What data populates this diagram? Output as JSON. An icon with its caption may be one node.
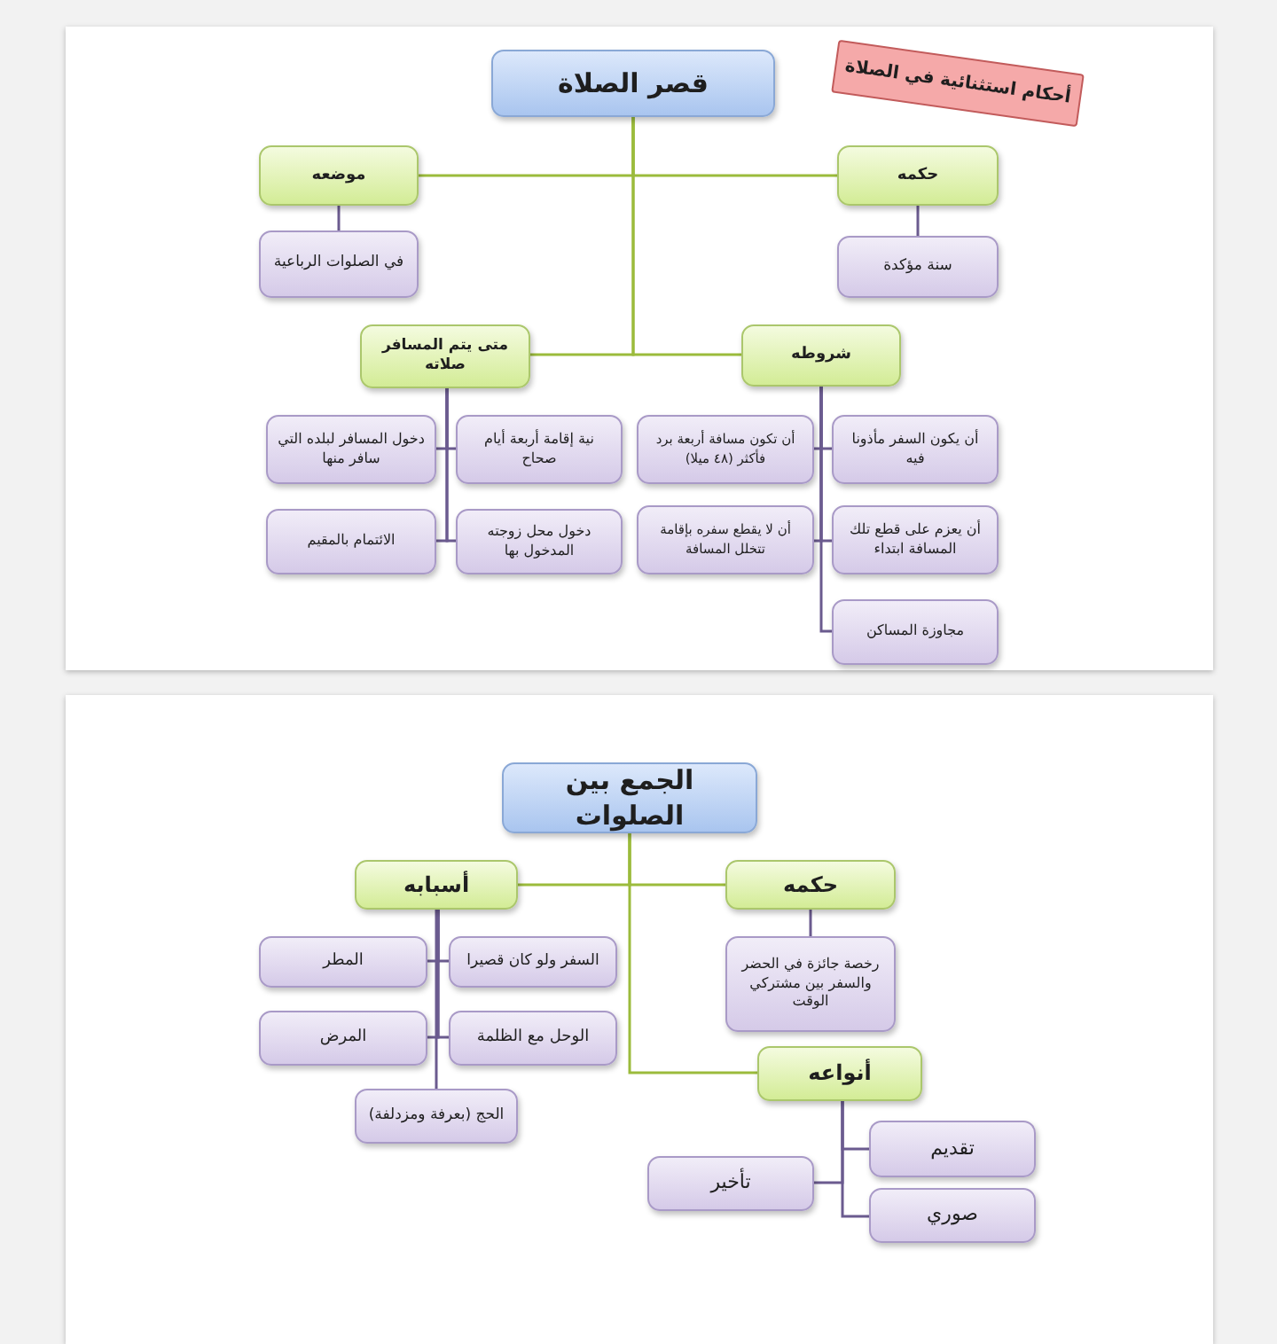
{
  "diagram": {
    "nodes": [
      {
        "text": [
          "قصر الصلاة"
        ]
      },
      {
        "text": [
          "أحكام استثنائية في الصلاة"
        ]
      },
      {
        "text": [
          "موضعه"
        ]
      },
      {
        "text": [
          "حكمه"
        ]
      },
      {
        "text": [
          "في الصلوات الرباعية"
        ]
      },
      {
        "text": [
          "سنة مؤكدة"
        ]
      },
      {
        "text": [
          "متى يتم المسافر صلاته"
        ]
      },
      {
        "text": [
          "شروطه"
        ]
      },
      {
        "text": [
          "دخول المسافر لبلده التي سافر منها"
        ]
      },
      {
        "text": [
          "نية إقامة أربعة أيام صحاح"
        ]
      },
      {
        "text": [
          "الائتمام بالمقيم"
        ]
      },
      {
        "text": [
          "دخول محل زوجته المدخول بها"
        ]
      },
      {
        "text": [
          "أن تكون مسافة أربعة برد فأكثر (٤٨ ميلا)"
        ]
      },
      {
        "text": [
          "أن يكون السفر مأذونا فيه"
        ]
      },
      {
        "text": [
          "أن لا يقطع سفره بإقامة تتخلل المسافة"
        ]
      },
      {
        "text": [
          "أن يعزم على قطع تلك المسافة ابتداء"
        ]
      },
      {
        "text": [
          "مجاوزة المساكن"
        ]
      },
      {
        "text": [
          "الجمع بين الصلوات"
        ]
      },
      {
        "text": [
          "أسبابه"
        ]
      },
      {
        "text": [
          "حكمه"
        ]
      },
      {
        "text": [
          "المطر"
        ]
      },
      {
        "text": [
          "السفر ولو كان قصيرا"
        ]
      },
      {
        "text": [
          "رخصة جائزة في الحضر والسفر بين مشتركي الوقت"
        ]
      },
      {
        "text": [
          "المرض"
        ]
      },
      {
        "text": [
          "الوحل مع الظلمة"
        ]
      },
      {
        "text": [
          "أنواعه"
        ]
      },
      {
        "text": [
          "الحج (بعرفة ومزدلفة)"
        ]
      },
      {
        "text": [
          "تقديم"
        ]
      },
      {
        "text": [
          "تأخير"
        ]
      },
      {
        "text": [
          "صوري"
        ]
      }
    ],
    "edges": [
      {
        "from": 0,
        "to": 2,
        "arrow": "none",
        "color": "#9bbb3c"
      },
      {
        "from": 0,
        "to": 3,
        "arrow": "none",
        "color": "#9bbb3c"
      },
      {
        "from": 0,
        "to": 6,
        "arrow": "none",
        "color": "#9bbb3c"
      },
      {
        "from": 0,
        "to": 7,
        "arrow": "none",
        "color": "#9bbb3c"
      },
      {
        "from": 2,
        "to": 4,
        "arrow": "none"
      },
      {
        "from": 3,
        "to": 5,
        "arrow": "none"
      },
      {
        "from": 6,
        "to": 9,
        "arrow": "none"
      },
      {
        "from": 6,
        "to": 8,
        "arrow": "none"
      },
      {
        "from": 6,
        "to": 11,
        "arrow": "none"
      },
      {
        "from": 6,
        "to": 10,
        "arrow": "none"
      },
      {
        "from": 7,
        "to": 13,
        "arrow": "none"
      },
      {
        "from": 7,
        "to": 12,
        "arrow": "none"
      },
      {
        "from": 7,
        "to": 15,
        "arrow": "none"
      },
      {
        "from": 7,
        "to": 14,
        "arrow": "none"
      },
      {
        "from": 7,
        "to": 16,
        "arrow": "none"
      },
      {
        "from": 17,
        "to": 18,
        "arrow": "none",
        "color": "#9bbb3c"
      },
      {
        "from": 17,
        "to": 19,
        "arrow": "none",
        "color": "#9bbb3c"
      },
      {
        "from": 17,
        "to": 25,
        "arrow": "none",
        "color": "#9bbb3c"
      },
      {
        "from": 19,
        "to": 22,
        "arrow": "none"
      },
      {
        "from": 18,
        "to": 21,
        "arrow": "none"
      },
      {
        "from": 18,
        "to": 20,
        "arrow": "none"
      },
      {
        "from": 18,
        "to": 24,
        "arrow": "none"
      },
      {
        "from": 18,
        "to": 23,
        "arrow": "none"
      },
      {
        "from": 18,
        "to": 26,
        "arrow": "none"
      },
      {
        "from": 25,
        "to": 27,
        "arrow": "none"
      },
      {
        "from": 25,
        "to": 28,
        "arrow": "none"
      },
      {
        "from": 25,
        "to": 29,
        "arrow": "none"
      }
    ]
  }
}
